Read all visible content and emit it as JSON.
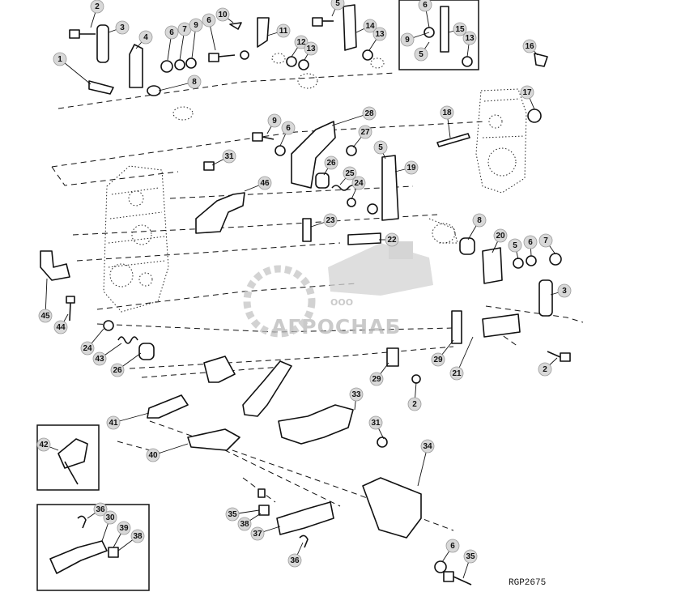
{
  "diagram": {
    "drawing_code": "RGP2675",
    "watermark": {
      "company_form": "ООО",
      "company_name": "АГРОСНАБ"
    },
    "callouts": [
      {
        "label": "2"
      },
      {
        "label": "3"
      },
      {
        "label": "4"
      },
      {
        "label": "6"
      },
      {
        "label": "7"
      },
      {
        "label": "9"
      },
      {
        "label": "6"
      },
      {
        "label": "10"
      },
      {
        "label": "11"
      },
      {
        "label": "12"
      },
      {
        "label": "13"
      },
      {
        "label": "5"
      },
      {
        "label": "14"
      },
      {
        "label": "13"
      },
      {
        "label": "6"
      },
      {
        "label": "15"
      },
      {
        "label": "9"
      },
      {
        "label": "5"
      },
      {
        "label": "13"
      },
      {
        "label": "16"
      },
      {
        "label": "1"
      },
      {
        "label": "8"
      },
      {
        "label": "17"
      },
      {
        "label": "18"
      },
      {
        "label": "28"
      },
      {
        "label": "9"
      },
      {
        "label": "6"
      },
      {
        "label": "27"
      },
      {
        "label": "31"
      },
      {
        "label": "5"
      },
      {
        "label": "26"
      },
      {
        "label": "25"
      },
      {
        "label": "19"
      },
      {
        "label": "24"
      },
      {
        "label": "46"
      },
      {
        "label": "23"
      },
      {
        "label": "22"
      },
      {
        "label": "8"
      },
      {
        "label": "20"
      },
      {
        "label": "5"
      },
      {
        "label": "6"
      },
      {
        "label": "7"
      },
      {
        "label": "3"
      },
      {
        "label": "45"
      },
      {
        "label": "44"
      },
      {
        "label": "24"
      },
      {
        "label": "43"
      },
      {
        "label": "26"
      },
      {
        "label": "29"
      },
      {
        "label": "21"
      },
      {
        "label": "2"
      },
      {
        "label": "29"
      },
      {
        "label": "2"
      },
      {
        "label": "33"
      },
      {
        "label": "31"
      },
      {
        "label": "41"
      },
      {
        "label": "42"
      },
      {
        "label": "40"
      },
      {
        "label": "34"
      },
      {
        "label": "36"
      },
      {
        "label": "30"
      },
      {
        "label": "39"
      },
      {
        "label": "38"
      },
      {
        "label": "35"
      },
      {
        "label": "38"
      },
      {
        "label": "37"
      },
      {
        "label": "36"
      },
      {
        "label": "6"
      },
      {
        "label": "35"
      }
    ]
  }
}
